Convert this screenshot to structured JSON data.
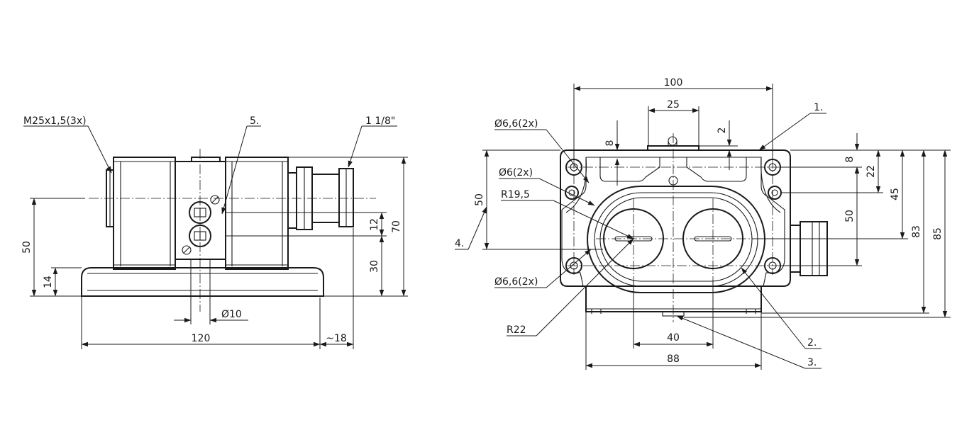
{
  "side_view": {
    "callouts": {
      "thread": "M25x1,5(3x)",
      "item5": "5.",
      "pipe_thread": "1 1/8\""
    },
    "dims": {
      "d50": "50",
      "d14": "14",
      "d12": "12",
      "d30": "30",
      "d70": "70",
      "dia10": "Ø10",
      "w120": "120",
      "w18": "~18"
    }
  },
  "front_view": {
    "callouts": {
      "item1": "1.",
      "item2": "2.",
      "item3": "3.",
      "item4": "4.",
      "hole_top": "Ø6,6(2x)",
      "hole_mid": "Ø6(2x)",
      "hole_bottom": "Ø6,6(2x)",
      "r195": "R19,5",
      "r22": "R22"
    },
    "dims": {
      "w100": "100",
      "w25": "25",
      "h2": "2",
      "h8_top": "8",
      "h8_right": "8",
      "h22": "22",
      "h45": "45",
      "h50_right": "50",
      "h50_left": "50",
      "h83": "83",
      "h85": "85",
      "w40": "40",
      "w88": "88"
    }
  }
}
